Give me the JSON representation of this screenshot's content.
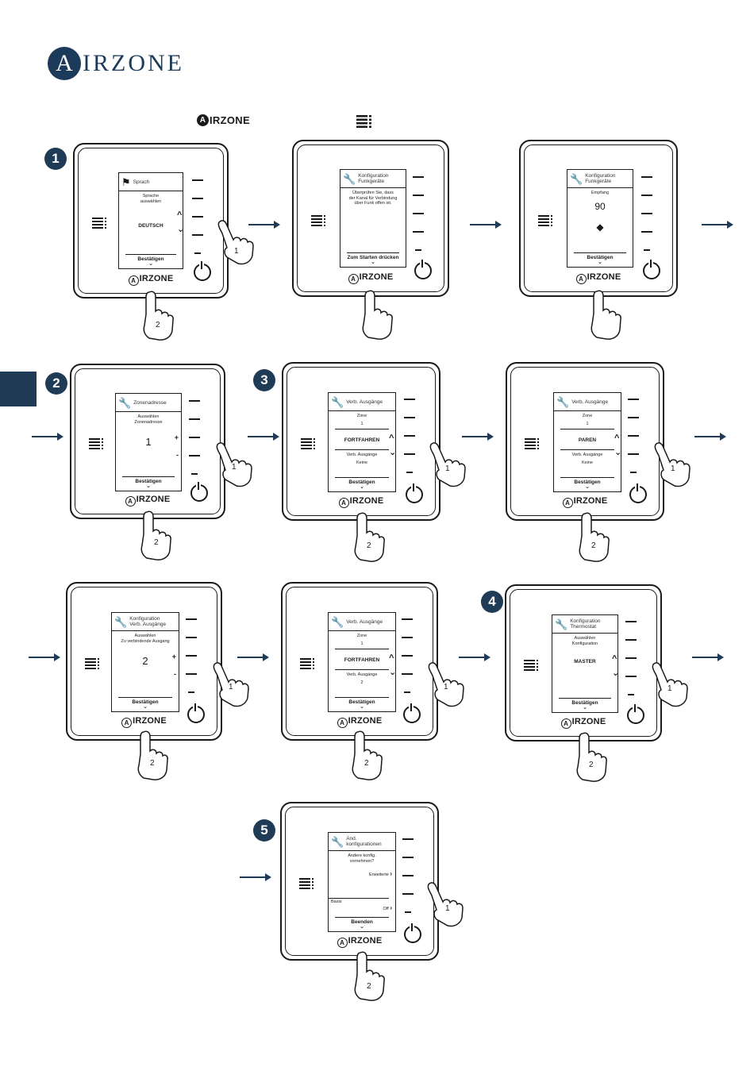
{
  "header": {
    "logo_letter": "A",
    "logo_text": "IRZONE"
  },
  "top_icons": {
    "brand_mark": "A",
    "brand_text": "IRZONE",
    "menu_icon": "menu-list-icon"
  },
  "steps": {
    "s1": "1",
    "s2": "2",
    "s3": "3",
    "s4": "4",
    "s5": "5"
  },
  "device_brand": {
    "mark": "A",
    "text": "IRZONE"
  },
  "press": {
    "one": "1",
    "two": "2"
  },
  "screens": {
    "d1": {
      "title": "Sprach",
      "line1": "Sprache",
      "line2": "auswählen",
      "option": "DEUTSCH",
      "footer": "Bestätigen"
    },
    "d2": {
      "title1": "Konfiguration",
      "title2": "Funkgeräte",
      "line1": "Überprüfen Sie, dass",
      "line2": "der Kanal für Verbindung",
      "line3": "über Funk offen ist.",
      "footer": "Zum Starten drücken"
    },
    "d3": {
      "title1": "Konfiguration",
      "title2": "Funkgeräte",
      "label": "Empfang",
      "value": "90",
      "footer": "Bestätigen"
    },
    "d4": {
      "title": "Zonenadresse",
      "line1": "Auswählen",
      "line2": "Zonenadresse",
      "value": "1",
      "plus": "+",
      "minus": "-",
      "footer": "Bestätigen"
    },
    "d5": {
      "title": "Verb. Ausgänge",
      "zone_label": "Zone",
      "zone_value": "1",
      "option": "FORTFAHREN",
      "out_label": "Verb. Ausgänge",
      "out_value": "Keine",
      "footer": "Bestätigen"
    },
    "d6": {
      "title": "Verb. Ausgänge",
      "zone_label": "Zone",
      "zone_value": "1",
      "option": "PAREN",
      "out_label": "Verb. Ausgänge",
      "out_value": "Keine",
      "footer": "Bestätigen"
    },
    "d7": {
      "title1": "Konfiguration",
      "title2": "Verb. Ausgänge",
      "line1": "Auswählen",
      "line2": "Zu verbindende Ausgang",
      "value": "2",
      "plus": "+",
      "minus": "-",
      "footer": "Bestätigen"
    },
    "d8": {
      "title": "Verb. Ausgänge",
      "zone_label": "Zone",
      "zone_value": "1",
      "option": "FORTFAHREN",
      "out_label": "Verb. Ausgänge",
      "out_value": "2",
      "footer": "Bestätigen"
    },
    "d9": {
      "title1": "Konfiguration",
      "title2": "Thermostat",
      "line1": "Auswählen",
      "line2": "Konfiguration",
      "option": "MASTER",
      "footer": "Bestätigen"
    },
    "d10": {
      "title1": "And.",
      "title2": "konfigurationen",
      "line1": "Andere konfig.",
      "line2": "vornehmen?",
      "advanced": "Erweiterte",
      "basis_label": "Basis",
      "basis_value": "Off",
      "footer": "Beenden"
    }
  }
}
